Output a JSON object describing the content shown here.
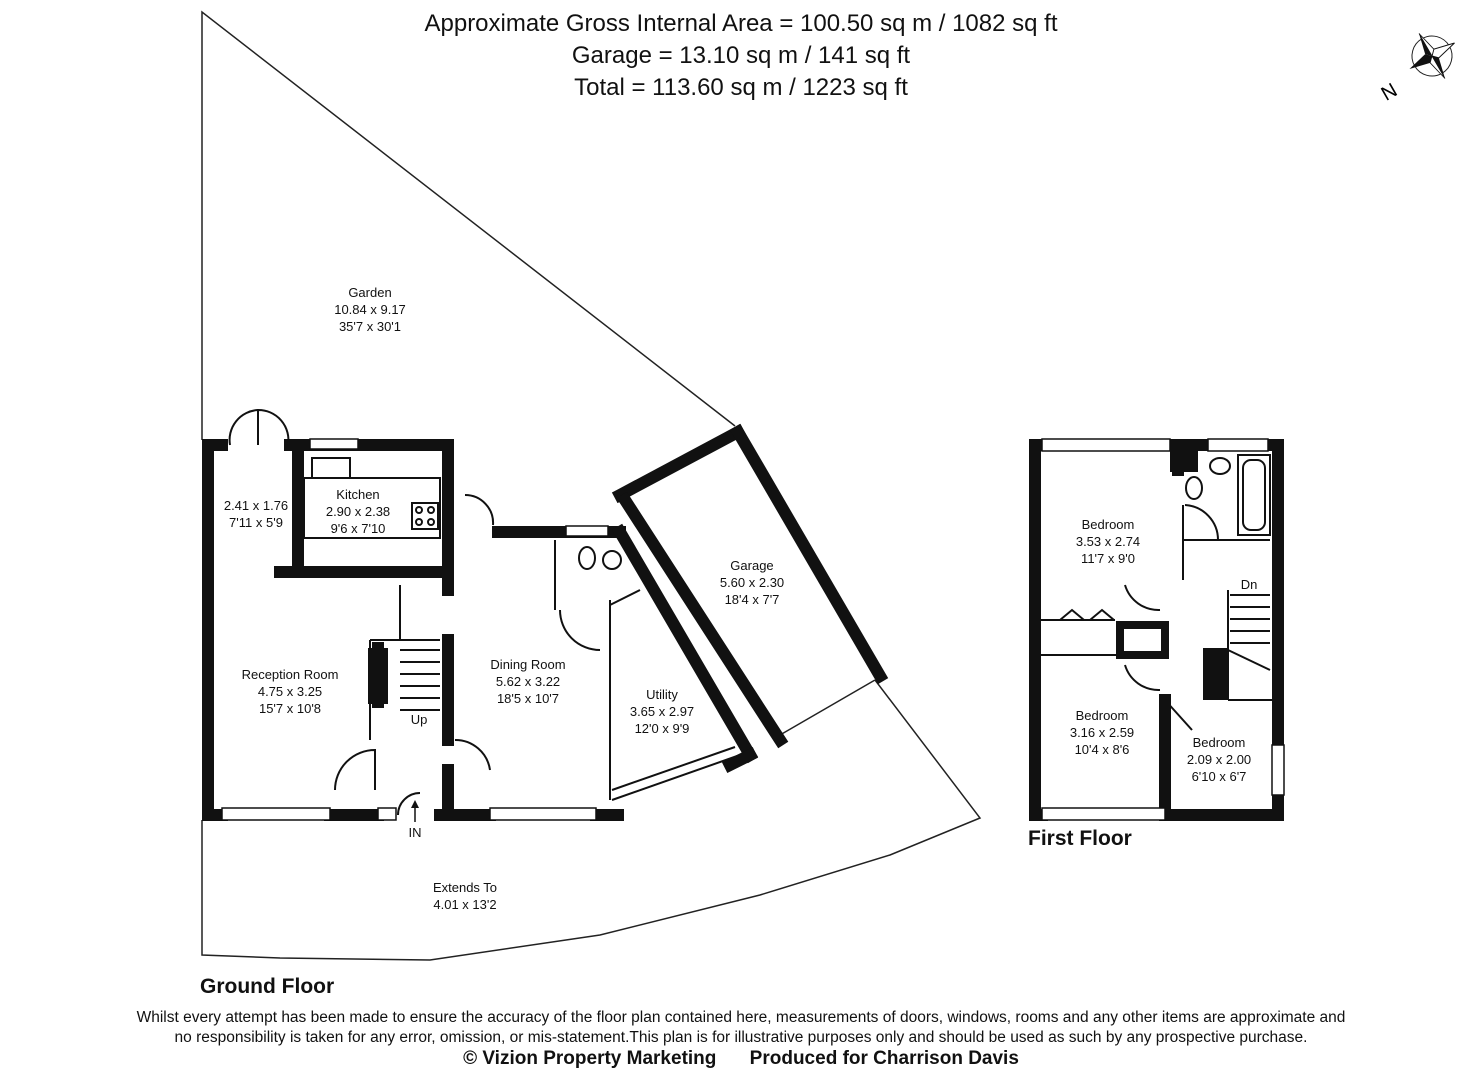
{
  "header": {
    "line1": "Approximate Gross Internal Area = 100.50 sq m / 1082 sq ft",
    "line2": "Garage = 13.10 sq m / 141 sq ft",
    "line3": "Total = 113.60 sq m / 1223 sq ft"
  },
  "compass": {
    "label": "N",
    "icon": "compass-rose-icon"
  },
  "ground_floor": {
    "title": "Ground Floor",
    "rooms": [
      {
        "name": "Garden",
        "metric": "10.84 x 9.17",
        "imperial": "35'7 x 30'1"
      },
      {
        "name": "",
        "metric": "2.41 x 1.76",
        "imperial": "7'11 x 5'9"
      },
      {
        "name": "Kitchen",
        "metric": "2.90 x 2.38",
        "imperial": "9'6 x 7'10"
      },
      {
        "name": "Garage",
        "metric": "5.60 x 2.30",
        "imperial": "18'4 x 7'7"
      },
      {
        "name": "Reception Room",
        "metric": "4.75 x 3.25",
        "imperial": "15'7 x 10'8"
      },
      {
        "name": "Dining Room",
        "metric": "5.62 x 3.22",
        "imperial": "18'5 x 10'7"
      },
      {
        "name": "Utility",
        "metric": "3.65 x 2.97",
        "imperial": "12'0 x 9'9"
      },
      {
        "name": "Extends To",
        "metric": "4.01 x 13'2",
        "imperial": ""
      }
    ],
    "up_label": "Up",
    "in_label": "IN"
  },
  "first_floor": {
    "title": "First Floor",
    "rooms": [
      {
        "name": "Bedroom",
        "metric": "3.53 x 2.74",
        "imperial": "11'7 x 9'0"
      },
      {
        "name": "Bedroom",
        "metric": "3.16 x 2.59",
        "imperial": "10'4 x 8'6"
      },
      {
        "name": "Bedroom",
        "metric": "2.09 x 2.00",
        "imperial": "6'10 x 6'7"
      }
    ],
    "dn_label": "Dn"
  },
  "footer": {
    "disclaimer_line1": "Whilst every attempt has been made to ensure the accuracy of the floor plan contained here, measurements of doors, windows, rooms and any other items are approximate and",
    "disclaimer_line2": "no responsibility is taken for any error, omission, or mis-statement.This plan is for illustrative purposes only and should be used as such by any prospective purchase.",
    "copyright": "© Vizion Property Marketing",
    "produced_for": "Produced for Charrison Davis"
  }
}
